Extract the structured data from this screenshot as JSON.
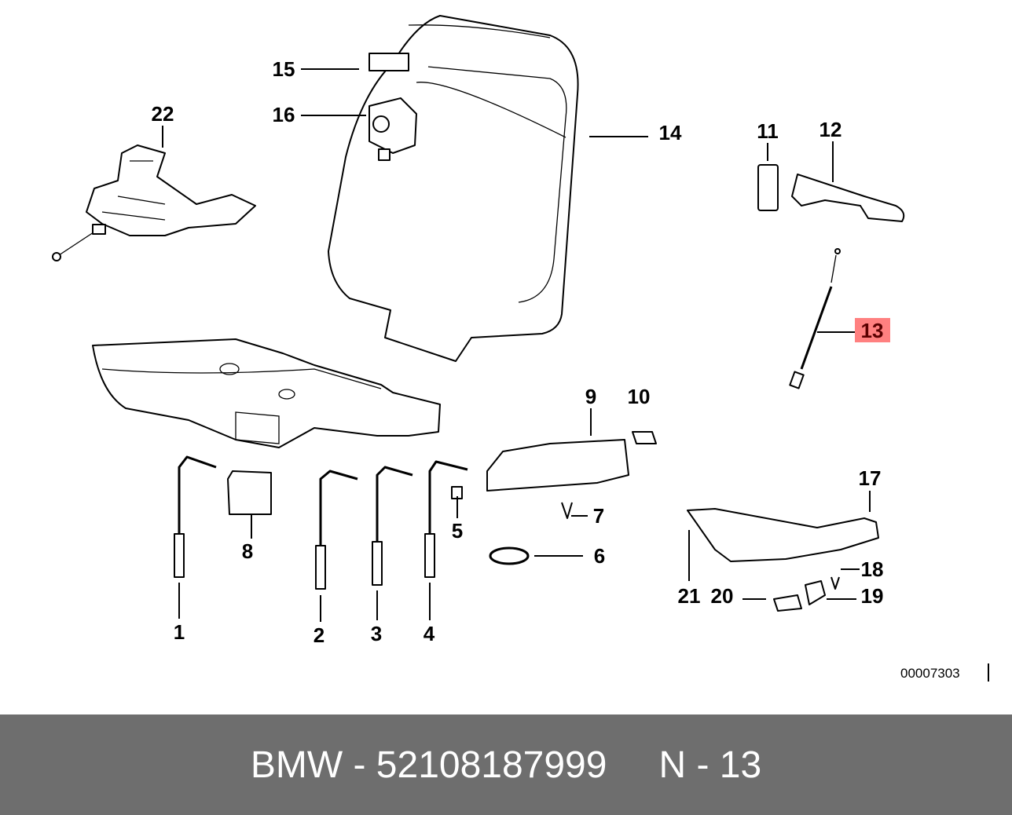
{
  "diagram": {
    "callouts": [
      "1",
      "2",
      "3",
      "4",
      "5",
      "6",
      "7",
      "8",
      "9",
      "10",
      "11",
      "12",
      "13",
      "14",
      "15",
      "16",
      "17",
      "18",
      "19",
      "20",
      "21",
      "22"
    ],
    "highlighted_callout": "13",
    "highlight_color": "#ff8080",
    "highlight_text_color": "#5a0000",
    "drawing_code": "00007303"
  },
  "footer": {
    "brand": "BMW",
    "separator": " - ",
    "part_number": "52108187999",
    "position_label": "N - 13",
    "background": "#6e6e6e"
  }
}
